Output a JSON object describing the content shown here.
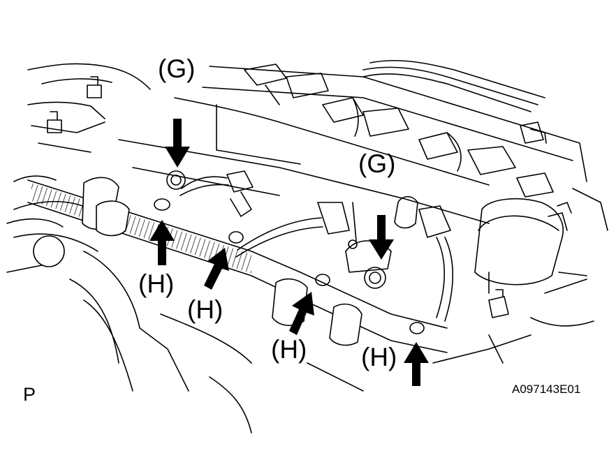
{
  "figure": {
    "view_code": "P",
    "figure_id": "A097143E01"
  },
  "callouts": {
    "g1": "(G)",
    "g2": "(G)",
    "h1": "(H)",
    "h2": "(H)",
    "h3": "(H)",
    "h4": "(H)"
  },
  "colors": {
    "line": "#000000",
    "background": "#ffffff"
  }
}
